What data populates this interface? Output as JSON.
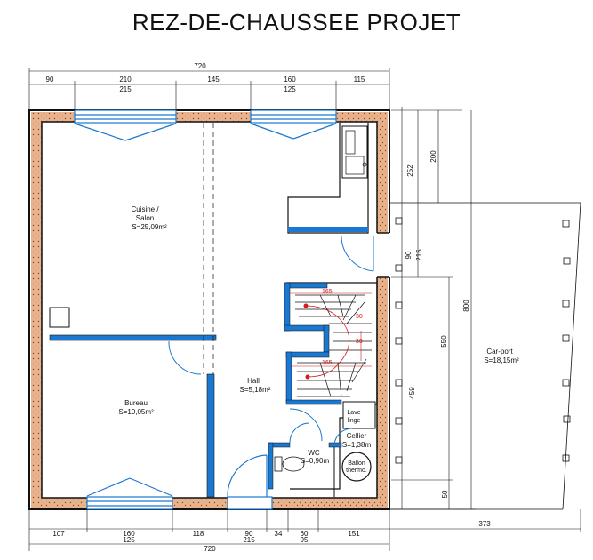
{
  "title": "REZ-DE-CHAUSSEE PROJET",
  "rooms": {
    "cuisine_l1": "Cuisine /",
    "cuisine_l2": "Salon",
    "cuisine_area": "S=25,09m²",
    "bureau": "Bureau",
    "bureau_area": "S=10,05m²",
    "hall": "Hall",
    "hall_area": "S=5,18m²",
    "wc": "WC",
    "wc_area": "S=0,90m",
    "cellier": "Cellier",
    "cellier_area": "S=1,38m",
    "lave_l1": "Lave",
    "lave_l2": "linge",
    "ballon_l1": "Ballon",
    "ballon_l2": "thermo.",
    "carport": "Car-port",
    "carport_area": "S=18,15m²"
  },
  "dims": {
    "top_total": "720",
    "top_90": "90",
    "top_210": "210",
    "top_215": "215",
    "top_145": "145",
    "top_160": "160",
    "top_125": "125",
    "top_115": "115",
    "bot_107": "107",
    "bot_160": "160",
    "bot_125": "125",
    "bot_118": "118",
    "bot_90": "90",
    "bot_215": "215",
    "bot_34": "34",
    "bot_60": "60",
    "bot_95": "95",
    "bot_151": "151",
    "bot_373": "373",
    "bot_total": "720",
    "r_252": "252",
    "r_200": "200",
    "r_90": "90",
    "r_215": "215",
    "r_800": "800",
    "r_550": "550",
    "r_459": "459",
    "r_50": "50",
    "stair_165a": "165",
    "stair_165b": "165",
    "stair_30a": "30",
    "stair_30b": "30"
  }
}
